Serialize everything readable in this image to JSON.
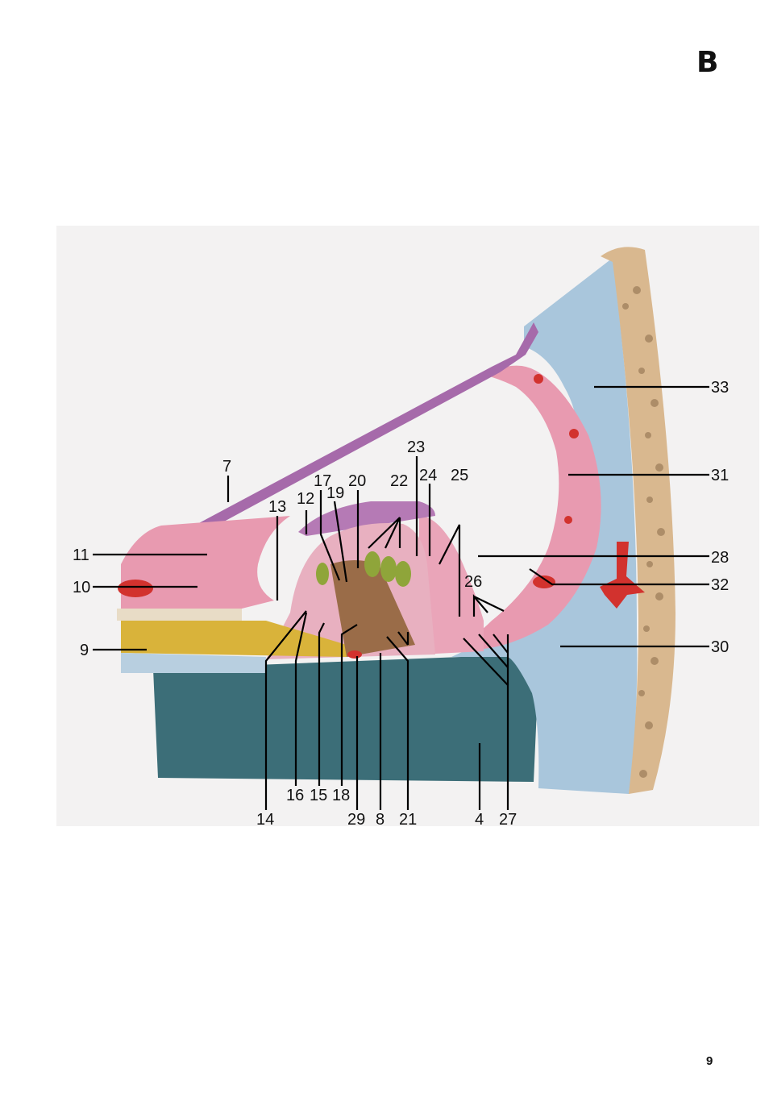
{
  "header": {
    "section_letter": "B"
  },
  "footer": {
    "page_number": "9"
  },
  "figure": {
    "callouts": [
      {
        "id": "c7",
        "text": "7"
      },
      {
        "id": "c11",
        "text": "11"
      },
      {
        "id": "c10",
        "text": "10"
      },
      {
        "id": "c9",
        "text": "9"
      },
      {
        "id": "c13",
        "text": "13"
      },
      {
        "id": "c12",
        "text": "12"
      },
      {
        "id": "c17",
        "text": "17"
      },
      {
        "id": "c19",
        "text": "19"
      },
      {
        "id": "c20",
        "text": "20"
      },
      {
        "id": "c22",
        "text": "22"
      },
      {
        "id": "c23",
        "text": "23"
      },
      {
        "id": "c24",
        "text": "24"
      },
      {
        "id": "c25",
        "text": "25"
      },
      {
        "id": "c26",
        "text": "26"
      },
      {
        "id": "c33",
        "text": "33"
      },
      {
        "id": "c31",
        "text": "31"
      },
      {
        "id": "c28",
        "text": "28"
      },
      {
        "id": "c32",
        "text": "32"
      },
      {
        "id": "c30",
        "text": "30"
      },
      {
        "id": "c16",
        "text": "16"
      },
      {
        "id": "c15",
        "text": "15"
      },
      {
        "id": "c18",
        "text": "18"
      },
      {
        "id": "c14",
        "text": "14"
      },
      {
        "id": "c29",
        "text": "29"
      },
      {
        "id": "c8",
        "text": "8"
      },
      {
        "id": "c21",
        "text": "21"
      },
      {
        "id": "c4",
        "text": "4"
      },
      {
        "id": "c27",
        "text": "27"
      }
    ],
    "colors": {
      "background_gray": "#f3f2f2",
      "blue_tissue": "#a9c6dc",
      "pink_tissue": "#e89ab0",
      "purple_membrane": "#a66aaa",
      "bone": "#d9b88f",
      "teal_base": "#3c6e78",
      "yellow_fibers": "#d9b33a",
      "green_cells": "#8fa53a",
      "brown_fibers": "#9a6c48",
      "red_vessel": "#d2322e"
    }
  }
}
